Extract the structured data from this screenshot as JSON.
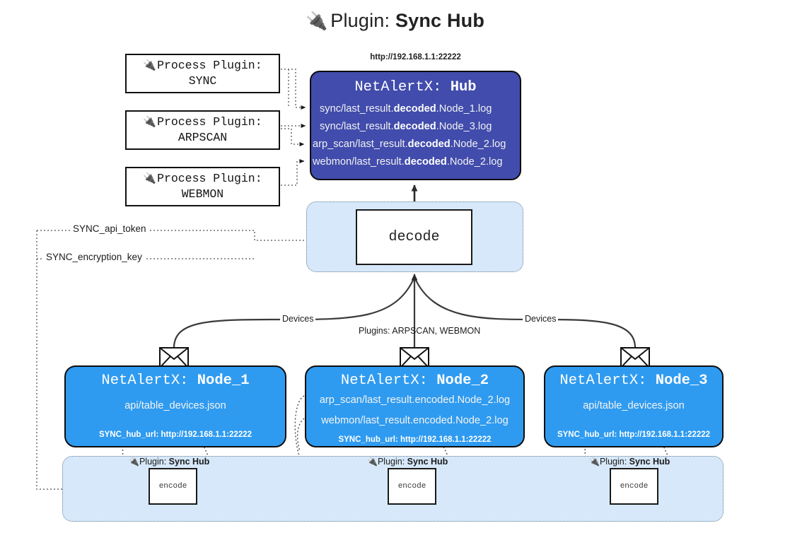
{
  "title": {
    "icon": "plug-icon",
    "prefix": "Plugin: ",
    "name": "Sync Hub"
  },
  "process_plugins": [
    {
      "icon": "plug-icon",
      "label": "Process Plugin:",
      "name": "SYNC"
    },
    {
      "icon": "plug-icon",
      "label": "Process Plugin:",
      "name": "ARPSCAN"
    },
    {
      "icon": "plug-icon",
      "label": "Process Plugin:",
      "name": "WEBMON"
    }
  ],
  "hub": {
    "url": "http://192.168.1.1:22222",
    "title_prefix": "NetAlertX: ",
    "title_name": "Hub",
    "logs": [
      {
        "pre": "sync/last_result.",
        "em": "decoded",
        "post": ".Node_1.log"
      },
      {
        "pre": "sync/last_result.",
        "em": "decoded",
        "post": ".Node_3.log"
      },
      {
        "pre": "arp_scan/last_result.",
        "em": "decoded",
        "post": ".Node_2.log"
      },
      {
        "pre": "webmon/last_result.",
        "em": "decoded",
        "post": ".Node_2.log"
      }
    ]
  },
  "decode": {
    "label": "decode"
  },
  "tokens": [
    {
      "label": "SYNC_api_token"
    },
    {
      "label": "SYNC_encryption_key"
    }
  ],
  "edge_labels": {
    "left_devices": "Devices",
    "right_devices": "Devices",
    "center_plugins": "Plugins: ARPSCAN, WEBMON"
  },
  "nodes": [
    {
      "title_prefix": "NetAlertX: ",
      "title_name": "Node_1",
      "lines": [
        {
          "pre": "api/table_devices.json",
          "em": "",
          "post": ""
        }
      ],
      "hub_url_key": "SYNC_hub_url: ",
      "hub_url": "http://192.168.1.1:22222",
      "icon": "envelope-icon"
    },
    {
      "title_prefix": "NetAlertX: ",
      "title_name": "Node_2",
      "lines": [
        {
          "pre": "arp_scan/last_result.encoded.Node_2.log",
          "em": "",
          "post": ""
        },
        {
          "pre": "webmon/last_result.encoded.Node_2.log",
          "em": "",
          "post": ""
        }
      ],
      "hub_url_key": "SYNC_hub_url: ",
      "hub_url": "http://192.168.1.1:22222",
      "icon": "envelope-icon"
    },
    {
      "title_prefix": "NetAlertX: ",
      "title_name": "Node_3",
      "lines": [
        {
          "pre": "api/table_devices.json",
          "em": "",
          "post": ""
        }
      ],
      "hub_url_key": "SYNC_hub_url: ",
      "hub_url": "http://192.168.1.1:22222",
      "icon": "envelope-icon"
    }
  ],
  "encoders": [
    {
      "plugin_label_prefix": "Plugin: ",
      "plugin_label_name": "Sync Hub",
      "box_label": "encode"
    },
    {
      "plugin_label_prefix": "Plugin: ",
      "plugin_label_name": "Sync Hub",
      "box_label": "encode"
    },
    {
      "plugin_label_prefix": "Plugin: ",
      "plugin_label_name": "Sync Hub",
      "box_label": "encode"
    }
  ],
  "colors": {
    "hub": "#414cac",
    "node": "#2f9bf0",
    "region": "#d6e8f9",
    "stroke": "#0d0d0d"
  }
}
